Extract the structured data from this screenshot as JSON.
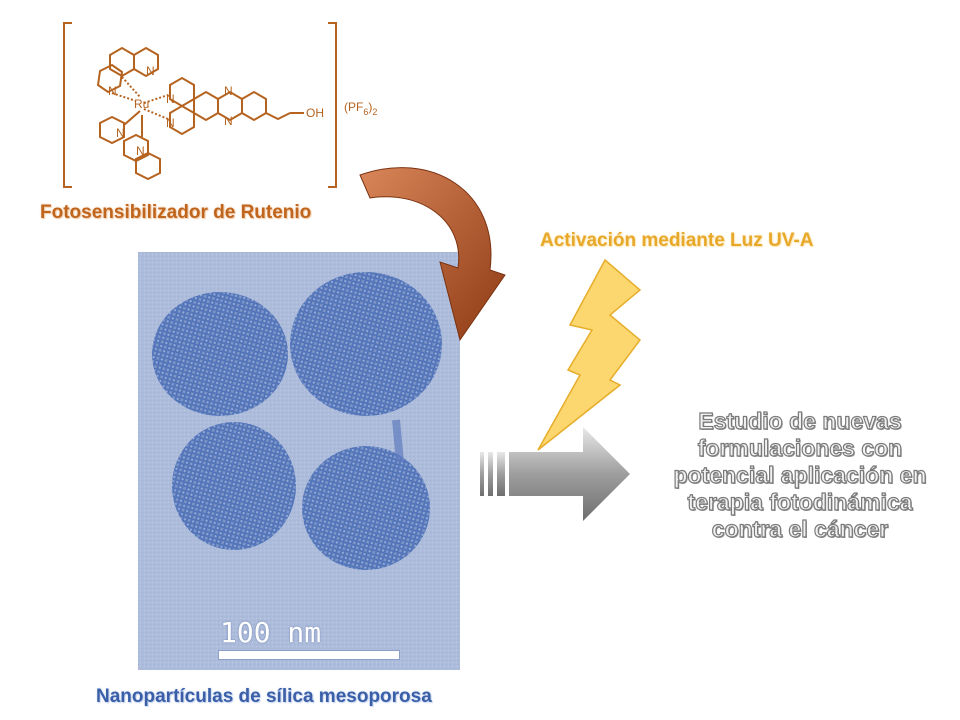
{
  "molecule": {
    "title": "Fotosensibilizador de Rutenio",
    "metal_label": "Ru",
    "n_label": "N",
    "oh_label": "OH",
    "counterion": "(PF",
    "counterion_sub": "6",
    "counterion_end": ")",
    "counterion_coef": "2",
    "color": "#b5631f"
  },
  "tem": {
    "caption": "Nanopartículas de sílica mesoporosa",
    "scale_label": "100 nm",
    "color": "#3a5fa8"
  },
  "uv": {
    "label": "Activación mediante Luz UV-A",
    "color": "#e8a92a"
  },
  "result": {
    "lines": [
      "Estudio de nuevas",
      "formulaciones con",
      "potencial aplicación en",
      "terapia fotodinámica",
      "contra el cáncer"
    ]
  },
  "icons": [
    "curved-arrow-icon",
    "lightning-bolt-icon",
    "right-arrow-icon"
  ]
}
